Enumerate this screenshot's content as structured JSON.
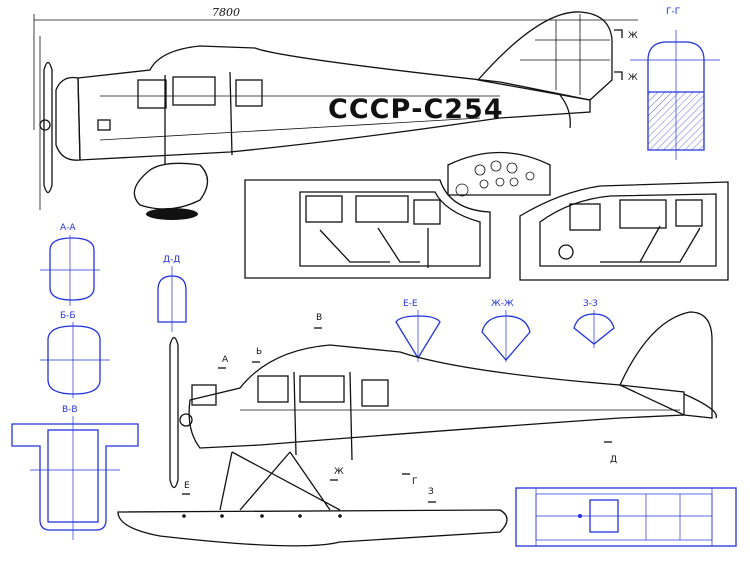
{
  "dimension_label": "7800",
  "registration": "СССР-С254",
  "section_labels": {
    "a": "А-А",
    "b": "Б-Б",
    "v": "В-В",
    "g": "Г-Г",
    "d": "Д-Д",
    "e": "Е-Е",
    "zh": "Ж-Ж",
    "z": "З-З"
  },
  "cut_markers": {
    "a": "А",
    "b": "Ь",
    "v": "В",
    "g": "Г",
    "d": "Д",
    "e": "Е",
    "zh": "Ж",
    "z": "З",
    "zh_top": "Ж"
  }
}
